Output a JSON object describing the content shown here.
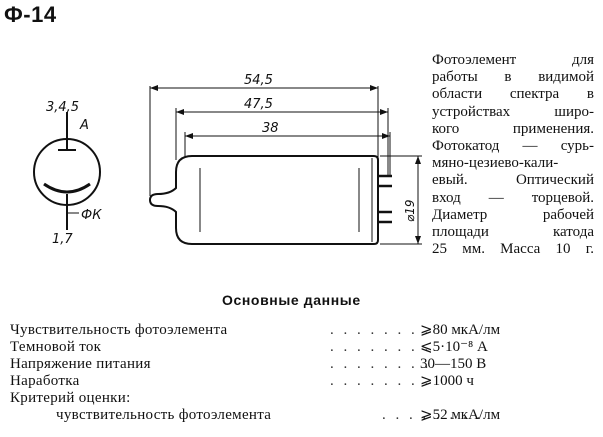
{
  "header": {
    "title": "Ф-14"
  },
  "diagram": {
    "symbol_pins_anode": "3,4,5",
    "symbol_label_anode": "А",
    "symbol_pins_cathode": "1,7",
    "symbol_label_cathode": "ФК",
    "dim_total": "54,5",
    "dim_middle": "47,5",
    "dim_inner": "38",
    "dim_diameter": "⌀19"
  },
  "description": {
    "lines": [
      "Фотоэлемент для",
      "работы в видимой",
      "области спектра в",
      "устройствах широ-",
      "кого применения.",
      "Фотокатод — сурь-",
      "мяно-цезиево-кали-",
      "евый. Оптический",
      "вход — торцевой.",
      "Диаметр рабочей",
      "площади катода",
      "25 мм. Масса 10 г."
    ]
  },
  "section": {
    "title": "Основные данные"
  },
  "specs": {
    "dots": ". . . . . . . .",
    "rows": [
      {
        "label": "Чувствительность фотоэлемента",
        "value": "⩾80 мкА/лм"
      },
      {
        "label": "Темновой ток",
        "value": "⩽5·10⁻⁸ А"
      },
      {
        "label": "Напряжение питания",
        "value": "30—150 В"
      },
      {
        "label": "Наработка",
        "value": "⩾1000 ч"
      },
      {
        "label": "Критерий оценки:",
        "value": ""
      },
      {
        "label": "чувствительность фотоэлемента",
        "value": "⩾52 мкА/лм"
      }
    ]
  }
}
